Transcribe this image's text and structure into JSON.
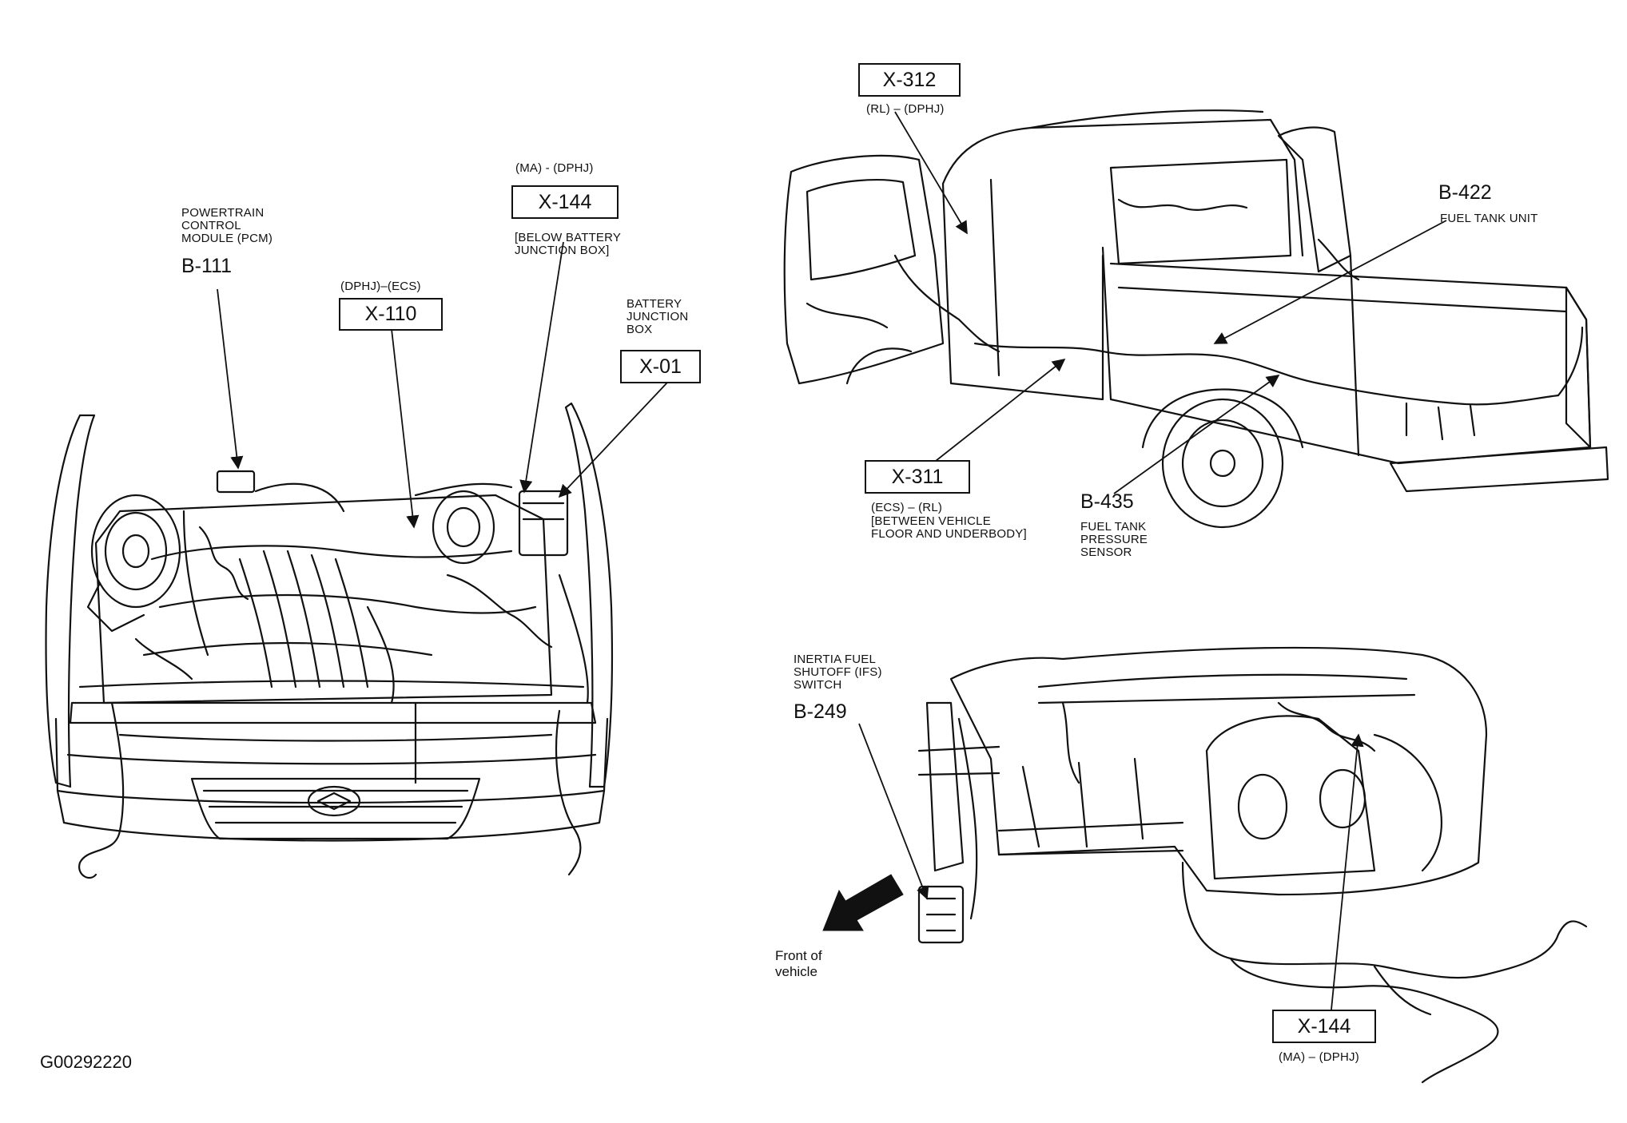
{
  "figure_id": "G00292220",
  "front_label": "Front  of\nvehicle",
  "engine": {
    "pcm": {
      "desc": "POWERTRAIN\nCONTROL\nMODULE (PCM)",
      "code": "B-111"
    },
    "x110": {
      "note": "(DPHJ)–(ECS)",
      "code": "X-110"
    },
    "x144": {
      "note": "(MA) - (DPHJ)",
      "code": "X-144",
      "desc": "[BELOW BATTERY\nJUNCTION BOX]"
    },
    "x01": {
      "desc": "BATTERY\nJUNCTION\nBOX",
      "code": "X-01"
    }
  },
  "truck": {
    "x312": {
      "code": "X-312",
      "note": "(RL) – (DPHJ)"
    },
    "b422": {
      "code": "B-422",
      "desc": "FUEL TANK UNIT"
    },
    "x311": {
      "code": "X-311",
      "note": "(ECS) – (RL)",
      "desc": "[BETWEEN VEHICLE\nFLOOR AND UNDERBODY]"
    },
    "b435": {
      "code": "B-435",
      "desc": "FUEL TANK\nPRESSURE\nSENSOR"
    }
  },
  "dash": {
    "b249": {
      "desc": "INERTIA FUEL\nSHUTOFF (IFS)\nSWITCH",
      "code": "B-249"
    },
    "x144": {
      "code": "X-144",
      "note": "(MA) – (DPHJ)"
    }
  }
}
